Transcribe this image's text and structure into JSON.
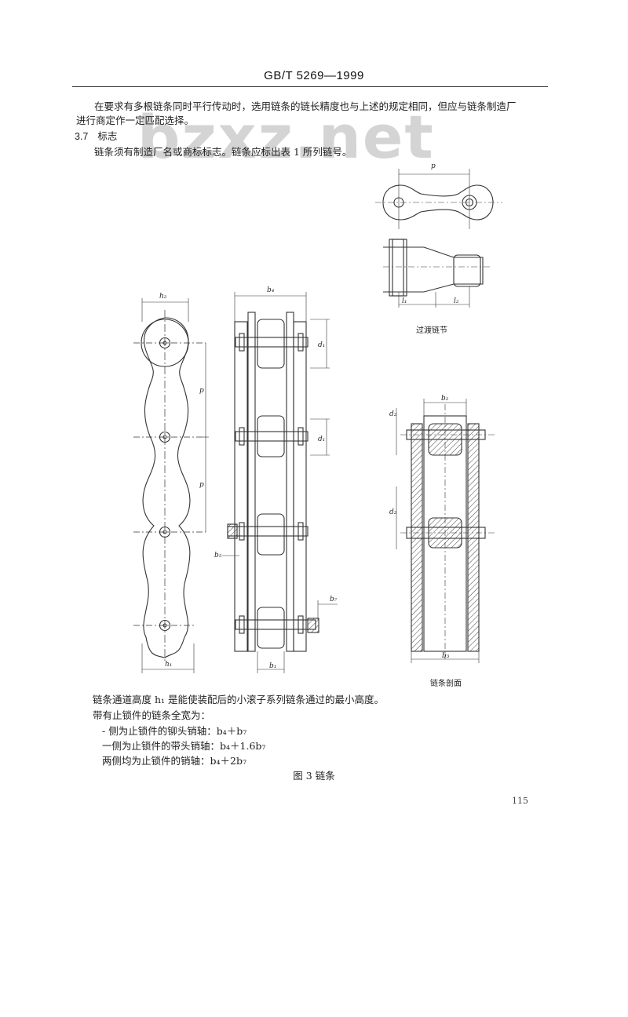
{
  "header": {
    "standard": "GB/T 5269—1999"
  },
  "watermark": "bzxz.net",
  "paragraph1": {
    "line1": "在要求有多根链条同时平行传动时，选用链条的链长精度也与上述的规定相同，但应与链条制造厂",
    "line2": "进行商定作一定匹配选择。"
  },
  "section": {
    "number": "3.7",
    "title": "标志"
  },
  "paragraph2": "链条须有制造厂名或商标标志。链条应标出表 1 所列链号。",
  "figure": {
    "labels": {
      "h2": "h₂",
      "h1": "h₁",
      "p": "p",
      "b4": "b₄",
      "b1": "b₁",
      "d1": "d₁",
      "d2": "d₂",
      "b5": "b₅",
      "b7": "b₇",
      "b2": "b₂",
      "b3": "b₃",
      "l1": "l₁",
      "l2": "l₂"
    },
    "sublabels": {
      "transition": "过渡链节",
      "section_view": "链条剖面"
    }
  },
  "notes": {
    "line1": "链条通道高度 h₁ 是能使装配后的小滚子系列链条通过的最小高度。",
    "line2": "带有止锁件的链条全宽为：",
    "line3": "- 侧为止锁件的铆头销轴：b₄＋b₇",
    "line4": "一侧为止锁件的带头销轴：b₄＋1.6b₇",
    "line5": "两侧均为止锁件的销轴：b₄＋2b₇"
  },
  "caption": "图 3  链条",
  "page_number": "115"
}
